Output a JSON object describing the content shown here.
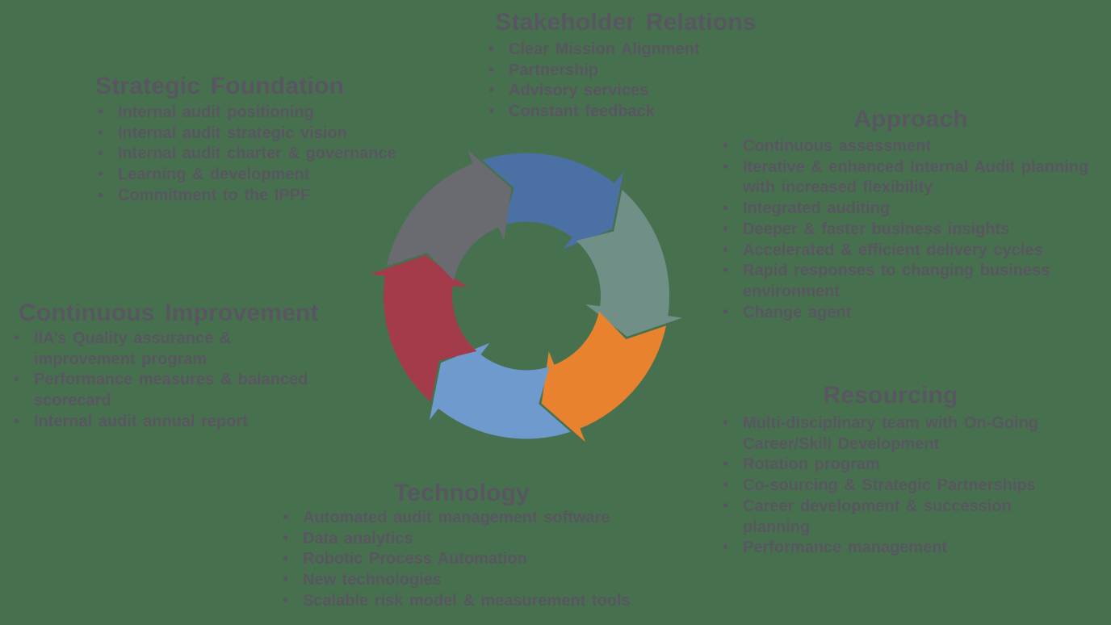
{
  "ui": {
    "bullet_char": "•"
  },
  "canvas": {
    "background_color": "#47714E",
    "text_color": "#585660"
  },
  "cycle": {
    "type": "circular-process",
    "direction": "clockwise",
    "segments": [
      {
        "id": "stakeholder-relations",
        "position": "top",
        "color": "#4B70A4"
      },
      {
        "id": "approach",
        "position": "upper-right",
        "color": "#708F86"
      },
      {
        "id": "resourcing",
        "position": "lower-right",
        "color": "#E8822E"
      },
      {
        "id": "technology",
        "position": "bottom",
        "color": "#6F9ACE"
      },
      {
        "id": "continuous-improvement",
        "position": "lower-left",
        "color": "#A33B4A"
      },
      {
        "id": "strategic-foundation",
        "position": "upper-left",
        "color": "#6A6B70"
      }
    ]
  },
  "sections": {
    "stakeholder_relations": {
      "title": "Stakeholder Relations",
      "items": [
        "Clear Mission Alignment",
        "Partnership",
        "Advisory services",
        "Constant feedback"
      ]
    },
    "strategic_foundation": {
      "title": "Strategic Foundation",
      "items": [
        "Internal audit positioning",
        "Internal audit strategic vision",
        "Internal audit charter & governance",
        "Learning & development",
        "Commitment to the IPPF"
      ]
    },
    "approach": {
      "title": "Approach",
      "items": [
        "Continuous assessment",
        "Iterative & enhanced Internal Audit planning\nwith increased flexibility",
        "Integrated auditing",
        "Deeper & faster business insights",
        "Accelerated & efficient delivery cycles",
        "Rapid responses to changing business\nenvironment",
        "Change agent"
      ]
    },
    "resourcing": {
      "title": "Resourcing",
      "items": [
        "Multi-disciplinary team with On-Going\nCareer/Skill Development",
        "Rotation program",
        "Co-sourcing & Strategic Partnerships",
        "Career development & succession\nplanning",
        "Performance management"
      ]
    },
    "technology": {
      "title": "Technology",
      "items": [
        "Automated audit management software",
        "Data analytics",
        "Robotic Process Automation",
        "New technologies",
        "Scalable risk model & measurement tools"
      ]
    },
    "continuous_improvement": {
      "title": "Continuous Improvement",
      "items": [
        "IIA’s Quality assurance &\nimprovement program",
        "Performance measures & balanced\nscorecard",
        "Internal audit annual report"
      ]
    }
  }
}
